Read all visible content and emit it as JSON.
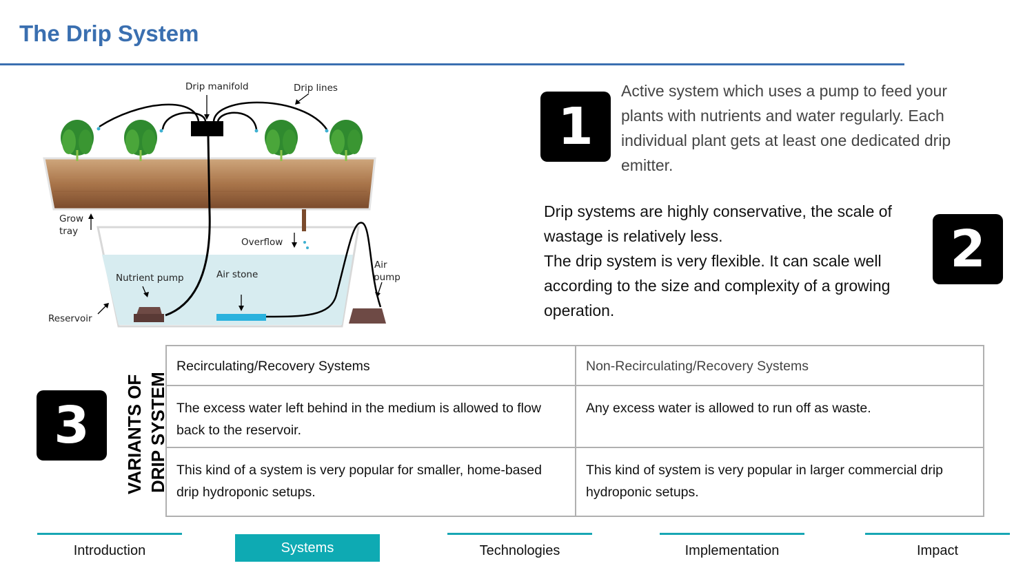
{
  "title": "The Drip System",
  "diagram": {
    "labels": {
      "drip_manifold": "Drip manifold",
      "drip_lines": "Drip lines",
      "grow": "Grow",
      "tray": "tray",
      "overflow": "Overflow",
      "air": "Air",
      "pump": "pump",
      "nutrient_pump": "Nutrient pump",
      "air_stone": "Air stone",
      "reservoir": "Reservoir"
    }
  },
  "point1": {
    "number": "1",
    "text": "Active system which uses a pump to feed your plants with nutrients and water regularly. Each individual plant gets at least one dedicated drip emitter."
  },
  "point2": {
    "number": "2",
    "line1": "Drip systems are highly conservative, the scale of wastage is relatively less.",
    "line2": "The drip system is very flexible. It can scale well according to the size and complexity of a growing operation."
  },
  "point3": {
    "number": "3",
    "label_line1": "VARIANTS OF",
    "label_line2": "DRIP SYSTEM"
  },
  "variants_table": {
    "headers": [
      "Recirculating/Recovery Systems",
      "Non-Recirculating/Recovery Systems"
    ],
    "rows": [
      [
        "The excess water left behind in the medium is allowed to flow back to the reservoir.",
        "Any excess water is allowed to run off as waste."
      ],
      [
        "This kind of a system is very popular for smaller, home-based drip hydroponic setups.",
        "This kind of system is very popular in larger commercial drip hydroponic setups."
      ]
    ]
  },
  "nav": {
    "items": [
      "Introduction",
      "Systems",
      "Technologies",
      "Implementation",
      "Impact"
    ],
    "active": "Systems",
    "accent_color": "#0eaab3"
  },
  "colors": {
    "title": "#3a6fb0",
    "badge": "#000000"
  }
}
